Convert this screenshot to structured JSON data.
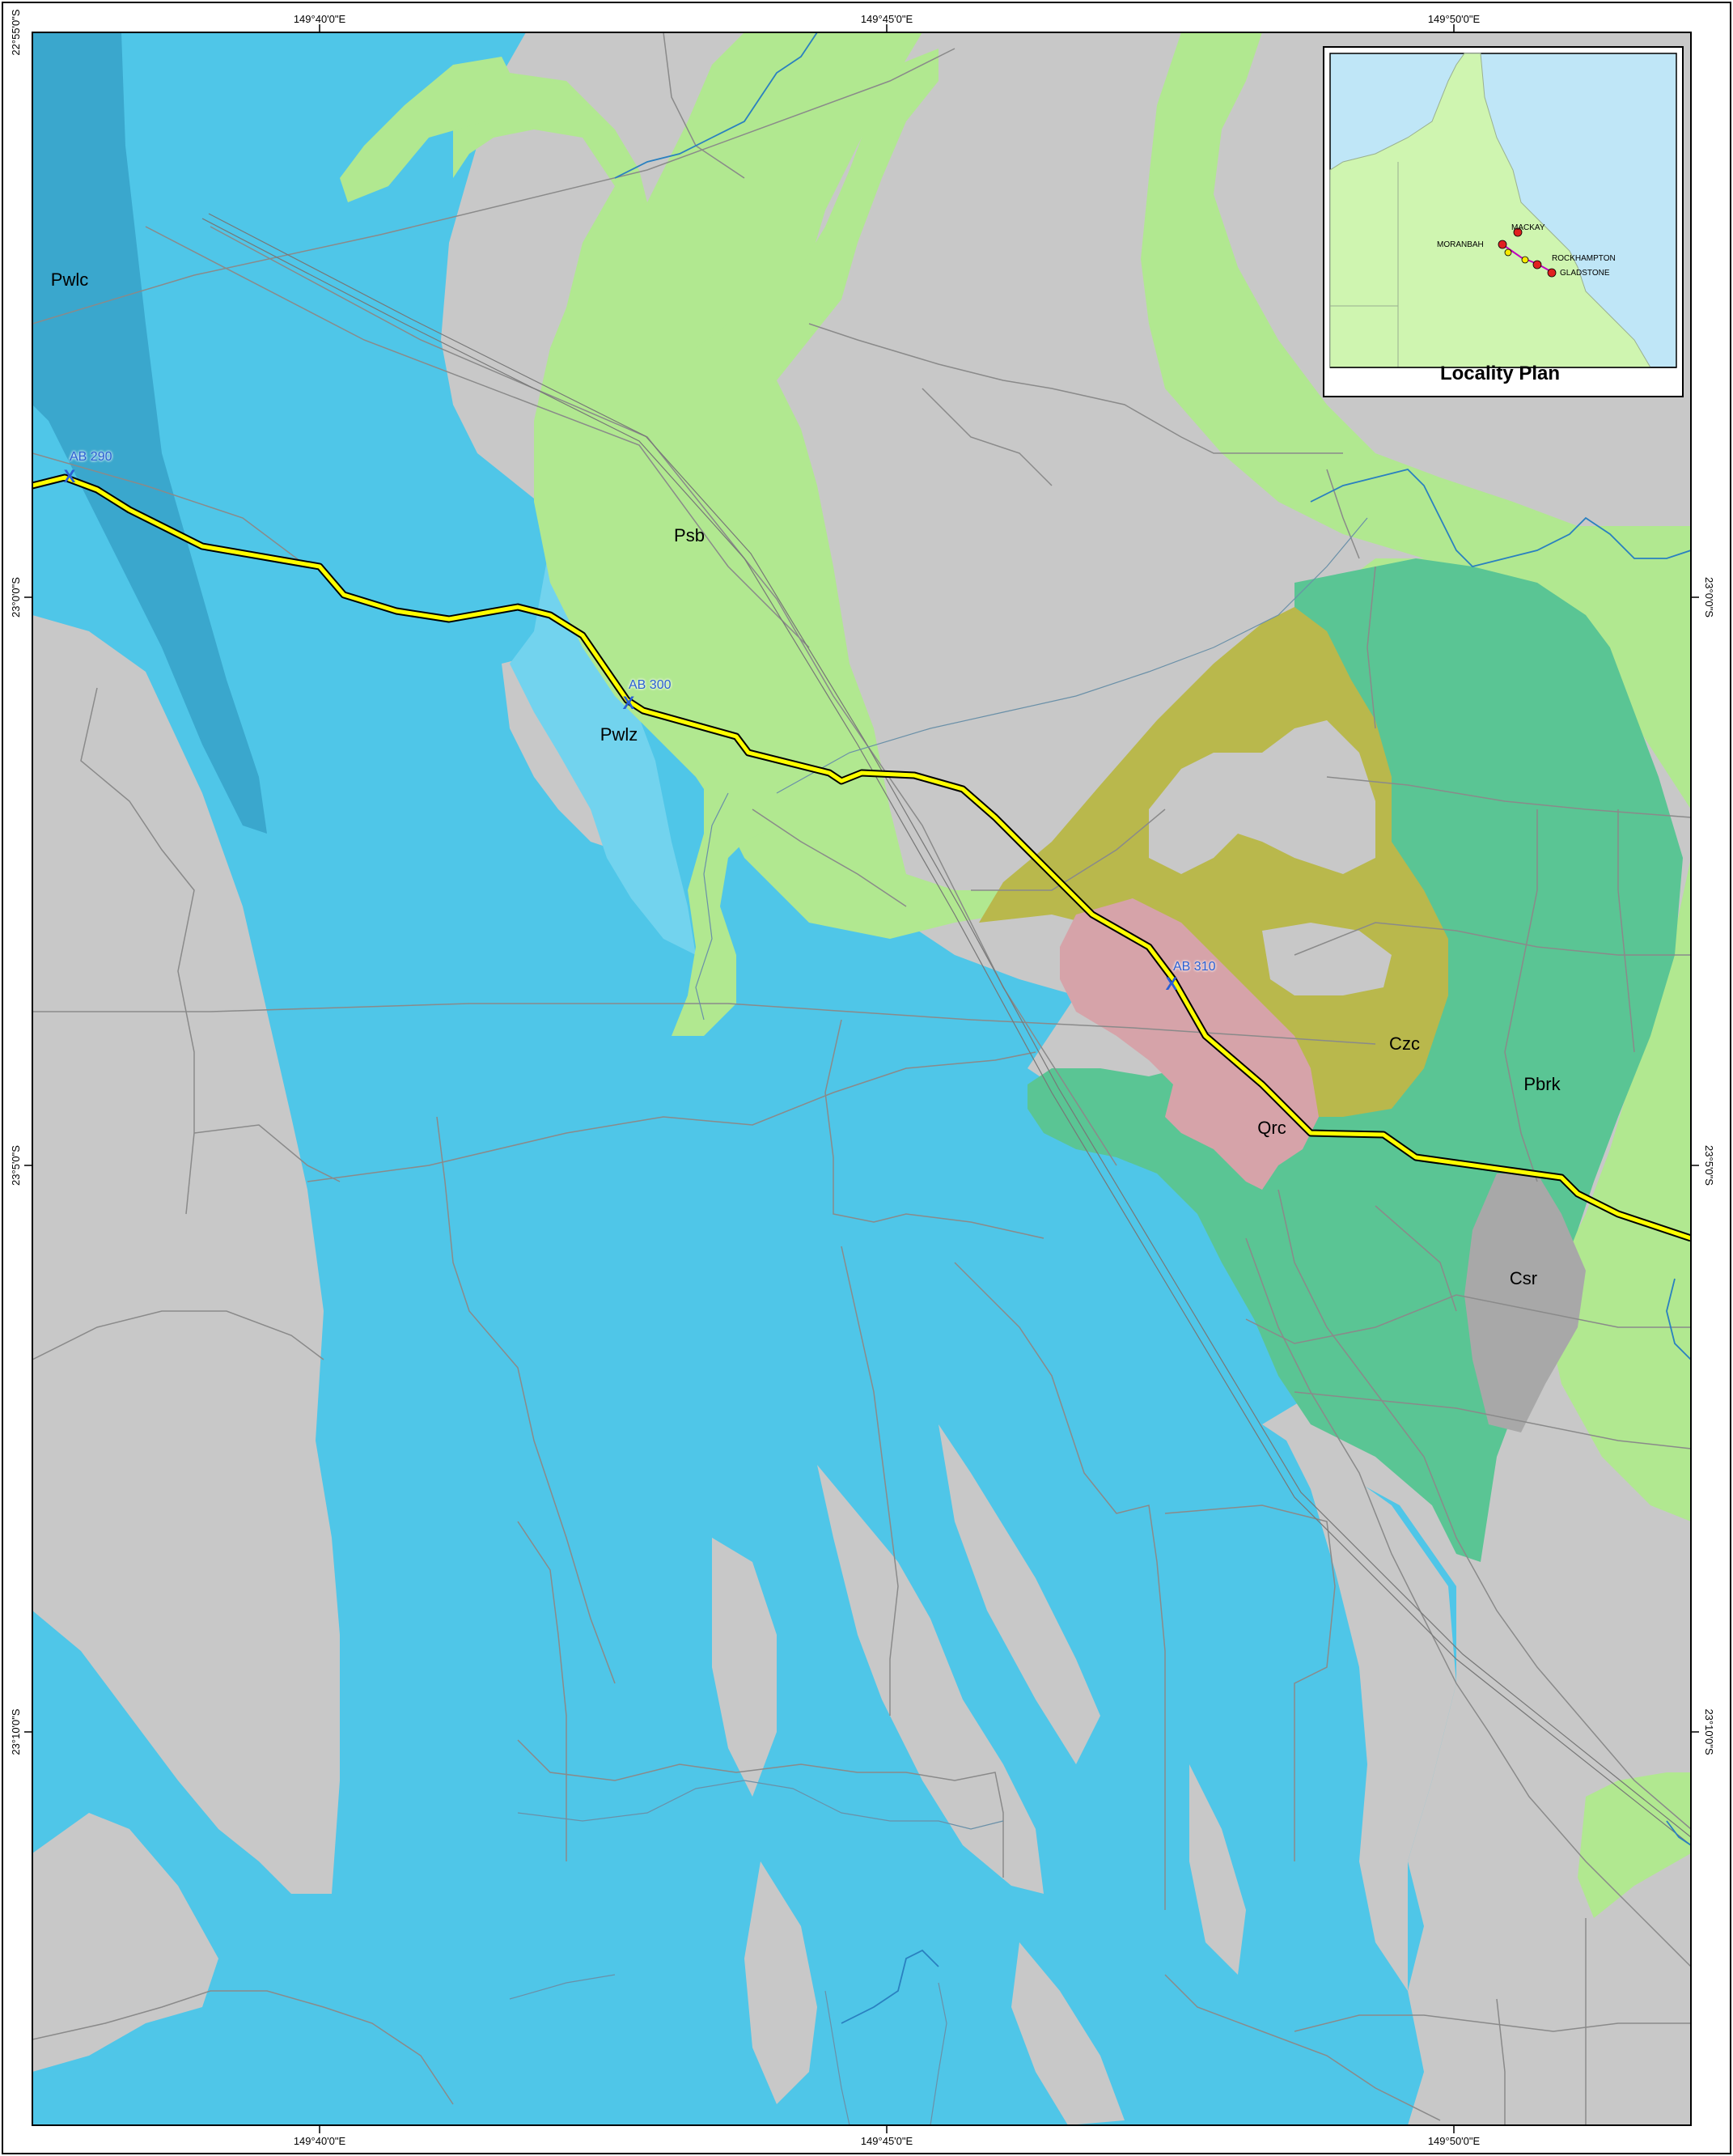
{
  "map": {
    "colors": {
      "background_grey": "#c8c8c8",
      "psb_blue": "#4fc6e8",
      "pwlc_blue": "#3aa7cd",
      "pwlz_lightblue": "#72d3ee",
      "quaternary_green": "#b1e890",
      "pbrk_green": "#5ac594",
      "czc_olive": "#b9b84c",
      "qrc_pink": "#d6a3a9",
      "csr_grey": "#a8a8a8",
      "pipeline_yellow": "#ffff00",
      "river_blue": "#2a80c0",
      "cadastre_grey": "#8a8a8a",
      "kp_blue": "#2a5fd3"
    },
    "coordinates": {
      "top": [
        "149°40'0\"E",
        "149°45'0\"E",
        "149°50'0\"E"
      ],
      "bottom": [
        "149°40'0\"E",
        "149°45'0\"E",
        "149°50'0\"E"
      ],
      "left": [
        "22°55'0\"S",
        "23°0'0\"S",
        "23°5'0\"S",
        "23°10'0\"S"
      ],
      "right": [
        "23°0'0\"S",
        "23°5'0\"S",
        "23°10'0\"S"
      ]
    },
    "unit_labels": {
      "pwlc": "Pwlc",
      "psb": "Psb",
      "pwlz": "Pwlz",
      "czc": "Czc",
      "pbrk": "Pbrk",
      "qrc": "Qrc",
      "csr": "Csr"
    },
    "kilometre_points": {
      "kp290": "AB 290",
      "kp300": "AB 300",
      "kp310": "AB 310"
    },
    "kp_marker_symbol": "X",
    "inset": {
      "title": "Locality Plan",
      "towns": {
        "mackay": "MACKAY",
        "moranbah": "MORANBAH",
        "rockhampton": "ROCKHAMPTON",
        "gladstone": "GLADSTONE"
      },
      "colors": {
        "sea": "#bfe6f7",
        "land": "#cff5b0",
        "town_dot": "#e02020",
        "border": "#000000"
      }
    }
  }
}
